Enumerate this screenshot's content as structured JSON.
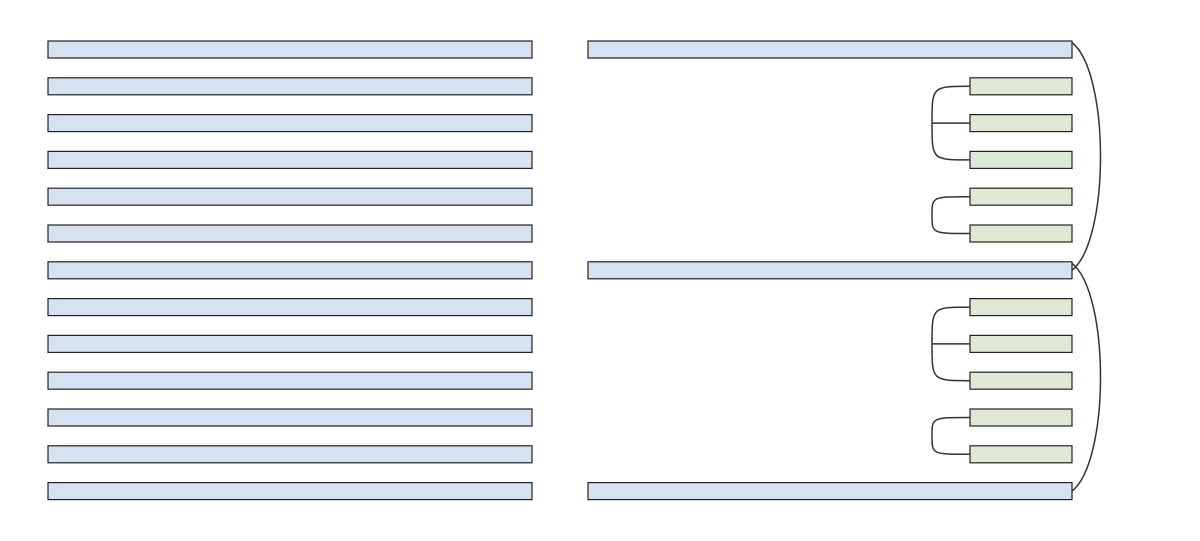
{
  "colors": {
    "background": "#ffffff",
    "blue_fill": "#d6e2f2",
    "green_fill": "#dfe8d5",
    "stroke": "#222222",
    "connector": "#333333"
  },
  "left_column": {
    "bar_count": 13,
    "bar_color": "blue_fill"
  },
  "right_column": {
    "wide_bars": [
      {
        "row": 0,
        "color": "blue_fill"
      },
      {
        "row": 6,
        "color": "blue_fill"
      },
      {
        "row": 12,
        "color": "blue_fill"
      }
    ],
    "short_bars": [
      {
        "row": 1,
        "color": "green_fill"
      },
      {
        "row": 2,
        "color": "green_fill"
      },
      {
        "row": 3,
        "color": "green_fill"
      },
      {
        "row": 4,
        "color": "green_fill"
      },
      {
        "row": 5,
        "color": "green_fill"
      },
      {
        "row": 7,
        "color": "green_fill"
      },
      {
        "row": 8,
        "color": "green_fill"
      },
      {
        "row": 9,
        "color": "green_fill"
      },
      {
        "row": 10,
        "color": "green_fill"
      },
      {
        "row": 11,
        "color": "green_fill"
      }
    ],
    "brace_groups": [
      {
        "rows": [
          1,
          2,
          3
        ],
        "kind": "three-way"
      },
      {
        "rows": [
          4,
          5
        ],
        "kind": "pair"
      },
      {
        "rows": [
          7,
          8,
          9
        ],
        "kind": "three-way"
      },
      {
        "rows": [
          10,
          11
        ],
        "kind": "pair"
      }
    ],
    "outer_arcs": [
      {
        "from_row": 0,
        "to_row": 6
      },
      {
        "from_row": 6,
        "to_row": 12
      }
    ]
  }
}
